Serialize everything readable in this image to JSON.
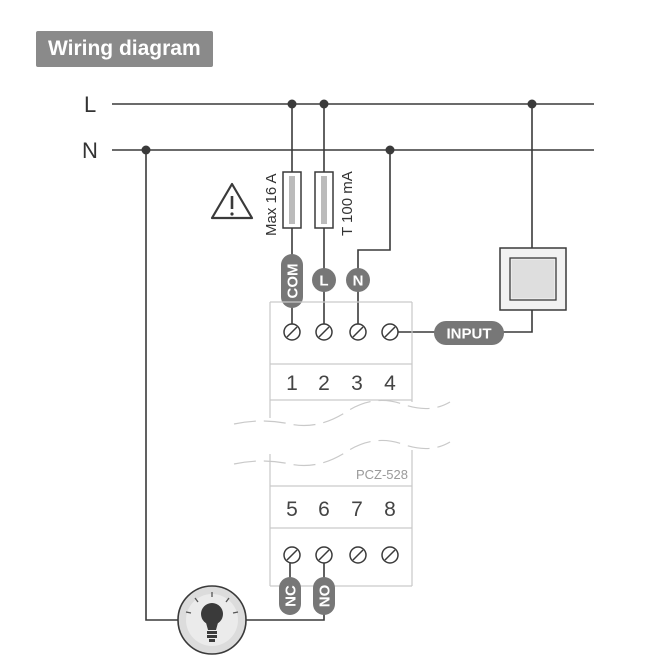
{
  "title": "Wiring diagram",
  "rails": {
    "live": "L",
    "neutral": "N"
  },
  "fuses": {
    "main": "Max 16 A",
    "supply": "T 100 mA"
  },
  "terminal_labels": {
    "com": "COM",
    "live": "L",
    "neutral": "N",
    "input": "INPUT",
    "nc": "NC",
    "no": "NO"
  },
  "upper_terminals": [
    "1",
    "2",
    "3",
    "4"
  ],
  "lower_terminals": [
    "5",
    "6",
    "7",
    "8"
  ],
  "model": "PCZ-528",
  "icons": [
    "warning-icon",
    "light-bulb-icon",
    "switch-icon",
    "screw-terminal-icon"
  ]
}
